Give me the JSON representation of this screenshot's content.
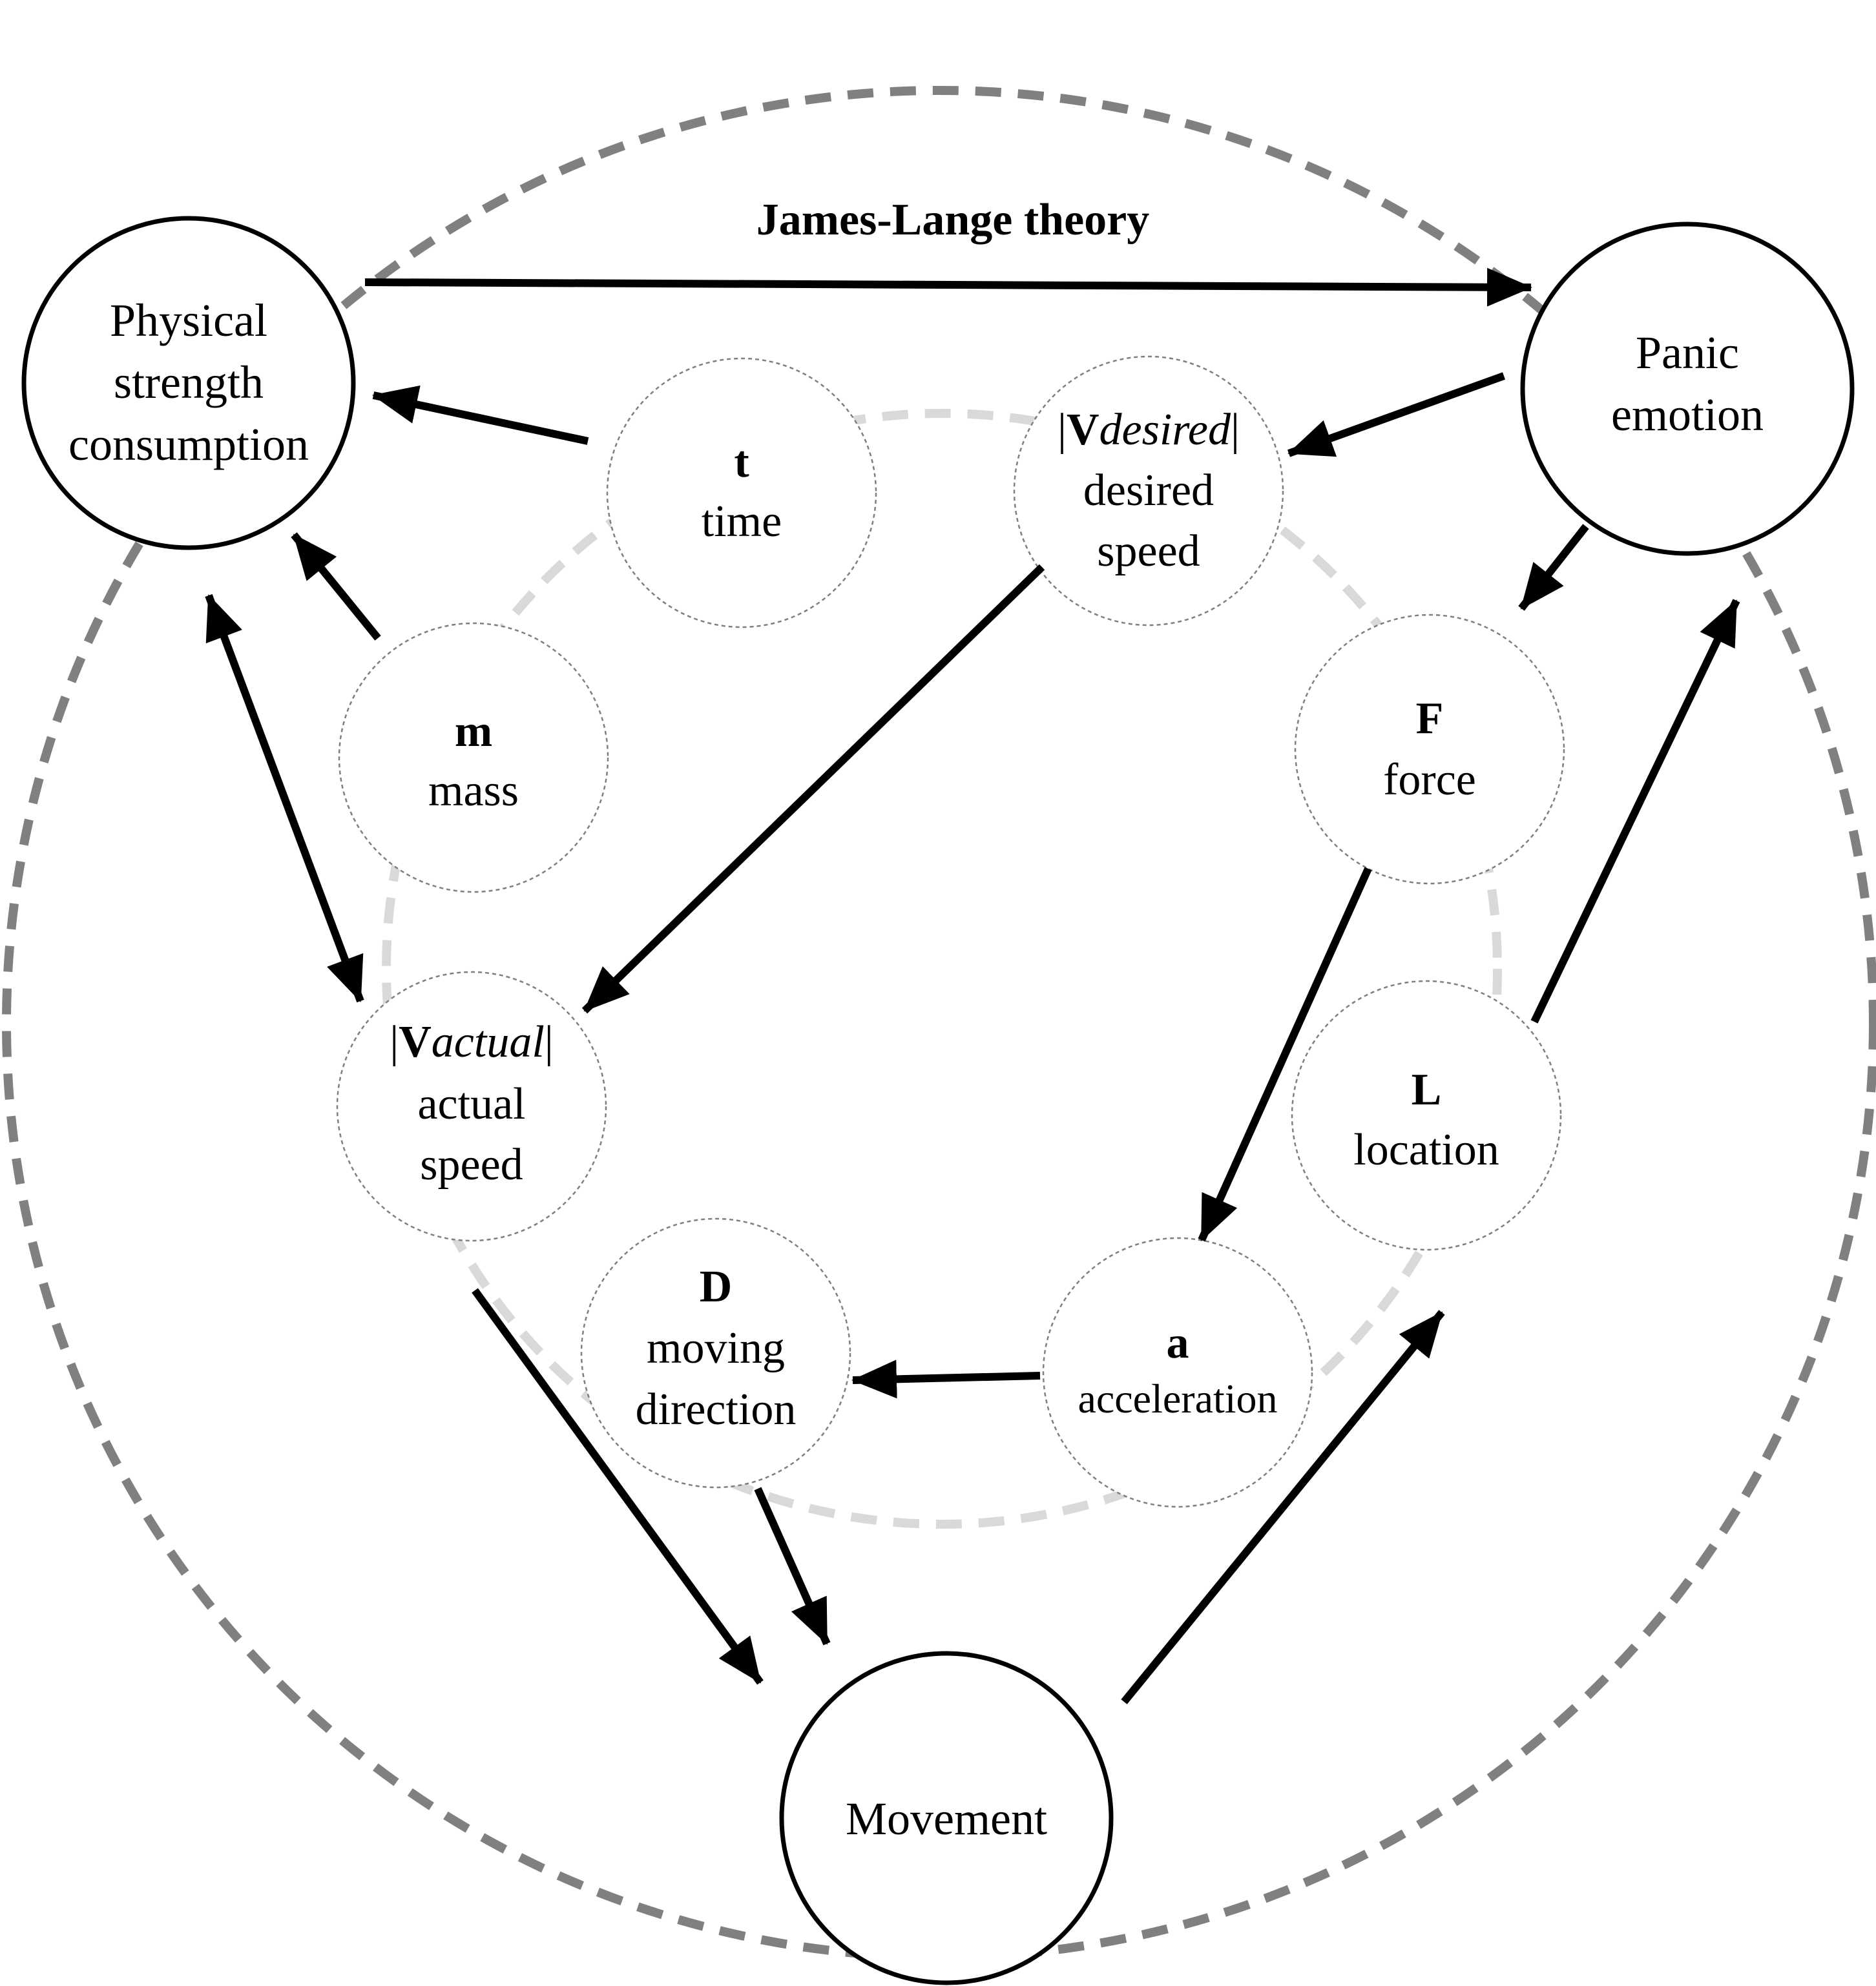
{
  "title": "James-Lange theory",
  "main_nodes": {
    "physical": {
      "lines": [
        "Physical",
        "strength",
        "consumption"
      ]
    },
    "panic": {
      "lines": [
        "Panic",
        "emotion"
      ]
    },
    "movement": {
      "lines": [
        "Movement"
      ]
    }
  },
  "variables": {
    "time": {
      "symbol": "t",
      "name": "time"
    },
    "desired_speed": {
      "symbol_prefix": "|",
      "symbol": "V",
      "symbol_sub": "desired",
      "symbol_suffix": "|",
      "name_lines": [
        "desired",
        "speed"
      ]
    },
    "mass": {
      "symbol": "m",
      "name": "mass"
    },
    "force": {
      "symbol": "F",
      "name": "force"
    },
    "actual_speed": {
      "symbol_prefix": "|",
      "symbol": "V",
      "symbol_sub": "actual",
      "symbol_suffix": "|",
      "name_lines": [
        "actual",
        "speed"
      ]
    },
    "location": {
      "symbol": "L",
      "name": "location"
    },
    "moving_direction": {
      "symbol": "D",
      "name_lines": [
        "moving",
        "direction"
      ]
    },
    "acceleration": {
      "symbol": "a",
      "name": "acceleration"
    }
  },
  "edges": [
    {
      "from": "physical",
      "to": "panic",
      "label": "James-Lange theory"
    },
    {
      "from": "time",
      "to": "physical"
    },
    {
      "from": "mass",
      "to": "physical"
    },
    {
      "from": "physical",
      "to": "actual_speed",
      "bidirectional": true
    },
    {
      "from": "panic",
      "to": "desired_speed"
    },
    {
      "from": "panic",
      "to": "force"
    },
    {
      "from": "desired_speed",
      "to": "actual_speed"
    },
    {
      "from": "force",
      "to": "acceleration"
    },
    {
      "from": "location",
      "to": "panic"
    },
    {
      "from": "acceleration",
      "to": "moving_direction"
    },
    {
      "from": "actual_speed",
      "to": "movement"
    },
    {
      "from": "moving_direction",
      "to": "movement"
    },
    {
      "from": "movement",
      "to": "location"
    }
  ],
  "colors": {
    "outer_ring": "#808080",
    "inner_ring": "#d9d9d9",
    "variable_border": "#7f7f7f",
    "arrows": "#000000"
  }
}
